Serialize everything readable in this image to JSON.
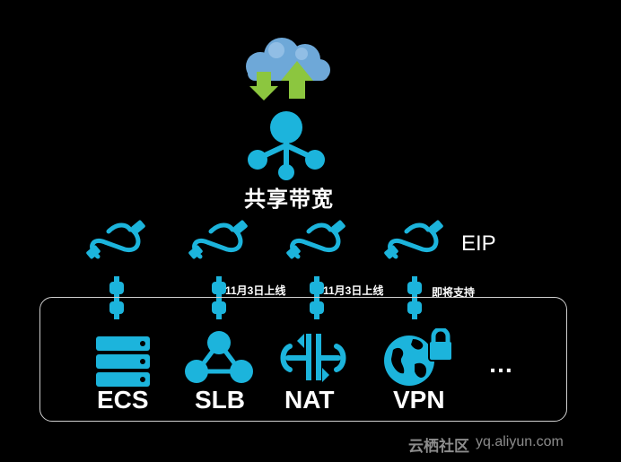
{
  "diagram": {
    "center_label": "共享带宽",
    "eip_label": "EIP",
    "link_notes": [
      "11月3日上线",
      "11月3日上线",
      "即将支持"
    ],
    "services": [
      {
        "label": "ECS",
        "icon": "server-stack-icon"
      },
      {
        "label": "SLB",
        "icon": "load-balancer-icon"
      },
      {
        "label": "NAT",
        "icon": "nat-gateway-icon"
      },
      {
        "label": "VPN",
        "icon": "vpn-globe-lock-icon"
      }
    ],
    "more": "…",
    "colors": {
      "accent": "#1cb4dc",
      "cloud_blue": "#6ea8d8",
      "arrow_green": "#8cc63f",
      "frame": "#cfcfcf",
      "background": "#000000"
    }
  },
  "watermark": {
    "cn": "云栖社区",
    "url": "yq.aliyun.com"
  }
}
